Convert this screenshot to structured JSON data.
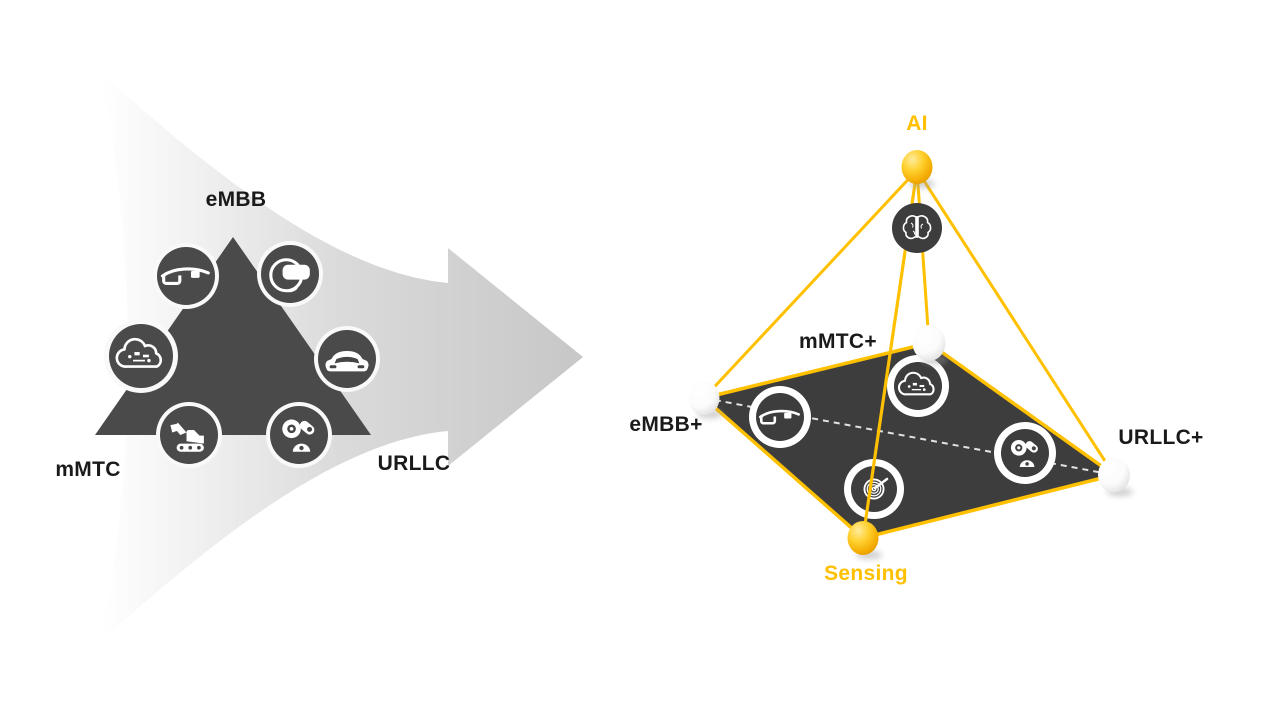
{
  "slide": {
    "left_diagram": {
      "name": "5G service triangle",
      "labels": {
        "embb": "eMBB",
        "mmtc": "mMTC",
        "urllc": "URLLC"
      },
      "icons": [
        "smart-glasses-icon",
        "vr-headset-icon",
        "iot-cloud-icon",
        "car-icon",
        "excavator-icon",
        "robot-arm-icon"
      ]
    },
    "arrow": {
      "direction": "right"
    },
    "right_diagram": {
      "name": "6G capability tetrahedron",
      "labels": {
        "ai": "AI",
        "embb_plus": "eMBB+",
        "mmtc_plus": "mMTC+",
        "urllc_plus": "URLLC+",
        "sensing": "Sensing"
      },
      "icons": [
        "brain-icon",
        "smart-glasses-icon",
        "iot-cloud-icon",
        "radar-icon",
        "robot-arm-icon"
      ]
    },
    "colors": {
      "accent_yellow": "#FFC000",
      "dark_gray": "#454545",
      "diamond_gray": "#3d3d3d",
      "arrow_gray": "#c7c7c7",
      "label_black": "#1a1a1a",
      "white": "#ffffff"
    }
  }
}
